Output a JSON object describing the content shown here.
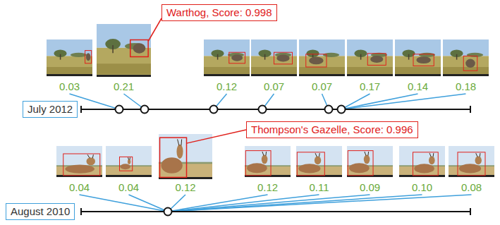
{
  "diagram": {
    "nodes": [
      {
        "text": [
          "Warthog, Score: 0.998"
        ]
      },
      {
        "text": [
          "July 2012"
        ]
      },
      {
        "text": [
          "Thompson's Gazelle, Score: 0.996"
        ]
      },
      {
        "text": [
          "August 2010"
        ]
      }
    ],
    "labels": [
      "0.03",
      "0.21",
      "0.12",
      "0.07",
      "0.07",
      "0.17",
      "0.14",
      "0.18",
      "0.04",
      "0.04",
      "0.12",
      "0.12",
      "0.11",
      "0.09",
      "0.10",
      "0.08"
    ]
  }
}
